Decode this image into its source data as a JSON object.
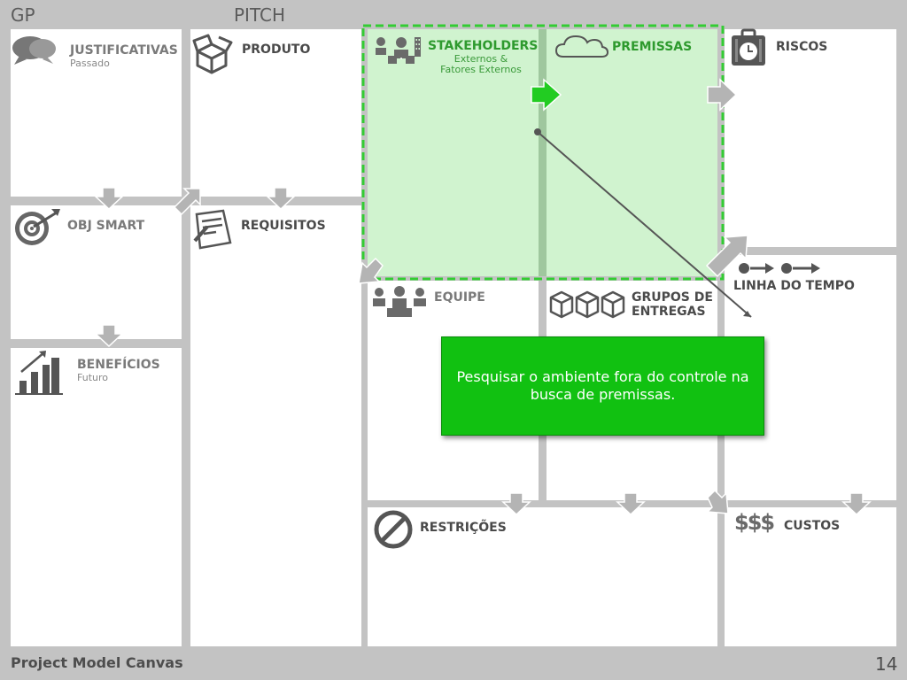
{
  "header": {
    "left": "GP",
    "center": "PITCH"
  },
  "blocks": {
    "justificativas": {
      "label": "JUSTIFICATIVAS",
      "sub": "Passado"
    },
    "produto": {
      "label": "PRODUTO"
    },
    "stakeholders": {
      "label": "STAKEHOLDERS",
      "sub1": "Externos &",
      "sub2": "Fatores Externos"
    },
    "premissas": {
      "label": "PREMISSAS"
    },
    "riscos": {
      "label": "RISCOS"
    },
    "obj_smart": {
      "label": "OBJ SMART"
    },
    "requisitos": {
      "label": "REQUISITOS"
    },
    "equipe": {
      "label": "EQUIPE"
    },
    "grupos": {
      "line1": "GRUPOS DE",
      "line2": "ENTREGAS"
    },
    "linha_tempo": {
      "label": "LINHA DO TEMPO"
    },
    "beneficios": {
      "label": "BENEFÍCIOS",
      "sub": "Futuro"
    },
    "restricoes": {
      "label": "RESTRIÇÕES"
    },
    "custos": {
      "label": "CUSTOS",
      "icon_text": "$$$"
    }
  },
  "callout": {
    "text": "Pesquisar o ambiente fora do controle na busca de premissas."
  },
  "footer": {
    "title": "Project Model Canvas",
    "page": "14"
  },
  "colors": {
    "highlight": "#d0f3cf",
    "accent_green": "#22cc22",
    "callout_bg": "#11c111",
    "arrow_gray": "#b4b4b4"
  },
  "icons": [
    "speech-bubbles-icon",
    "box-icon",
    "people-buildings-icon",
    "cloud-icon",
    "briefcase-clock-icon",
    "target-icon",
    "document-pen-icon",
    "team-icon",
    "boxes-icon",
    "timeline-icon",
    "growth-chart-icon",
    "prohibited-icon",
    "dollar-icon"
  ]
}
